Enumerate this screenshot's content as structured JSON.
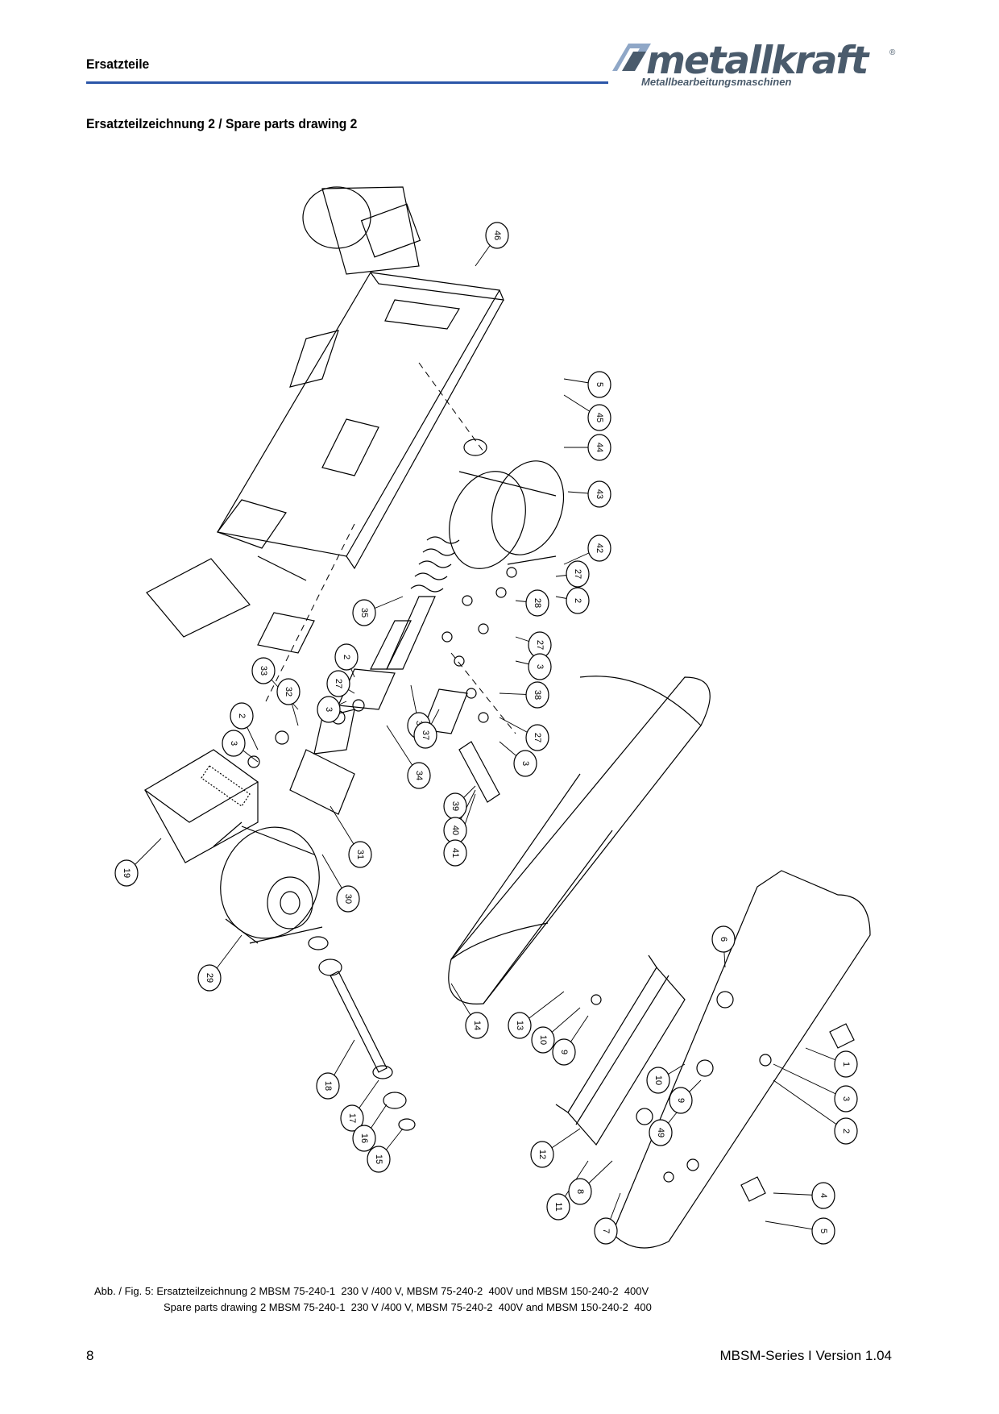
{
  "header": {
    "section_title": "Ersatzteile",
    "rule_color": "#2b56a8"
  },
  "logo": {
    "icon": "metallkraft-logo-mark",
    "brand": "metallkraft",
    "registered": "®",
    "tagline": "Metallbearbeitungsmaschinen",
    "color": "#4a5b6c"
  },
  "heading": "Ersatzteilzeichnung 2 / Spare parts drawing 2",
  "callouts": [
    "46",
    "5",
    "45",
    "44",
    "43",
    "42",
    "27",
    "2",
    "28",
    "27",
    "3",
    "35",
    "2",
    "27",
    "3",
    "33",
    "32",
    "2",
    "3",
    "36",
    "34",
    "37",
    "38",
    "27",
    "3",
    "19",
    "31",
    "39",
    "40",
    "41",
    "30",
    "29",
    "14",
    "13",
    "10",
    "9",
    "18",
    "17",
    "16",
    "15",
    "6",
    "1",
    "3",
    "2",
    "10",
    "9",
    "49",
    "12",
    "11",
    "8",
    "7",
    "4",
    "5"
  ],
  "caption": {
    "line1": "Abb. / Fig. 5: Ersatzteilzeichnung 2 MBSM 75-240-1  230 V /400 V, MBSM 75-240-2  400V und MBSM 150-240-2  400V",
    "line2": "Spare parts drawing 2 MBSM 75-240-1  230 V /400 V, MBSM 75-240-2  400V and MBSM 150-240-2  400"
  },
  "footer": {
    "page_number": "8",
    "version": "MBSM-Series I Version 1.04"
  }
}
